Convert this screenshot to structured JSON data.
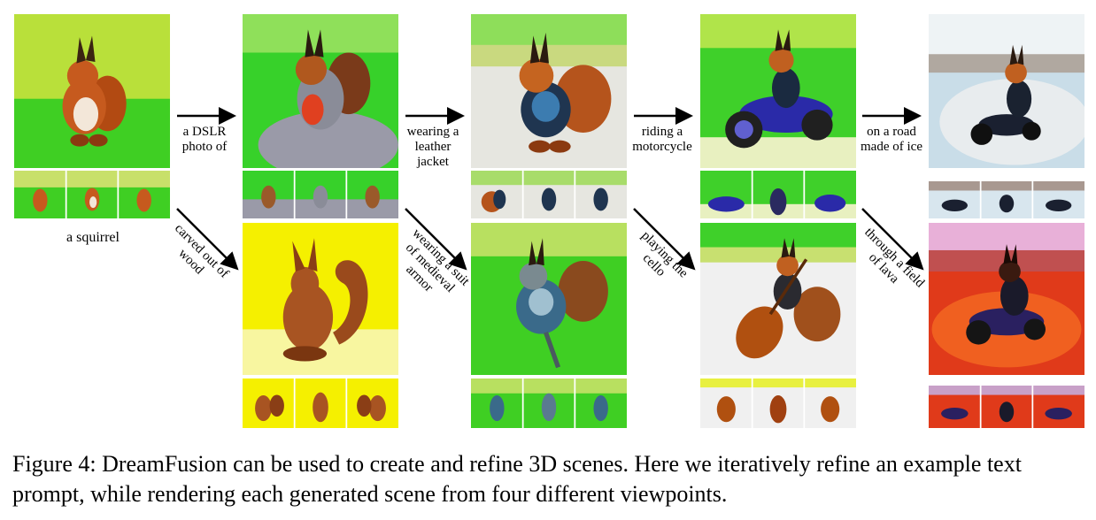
{
  "figure": {
    "caption": "Figure 4: DreamFusion can be used to create and refine 3D scenes. Here we iteratively refine an example text prompt, while rendering each generated scene from four different viewpoints.",
    "base_label": "a squirrel",
    "top_prompts": [
      "a DSLR photo of",
      "wearing a leather jacket",
      "riding a motorcycle",
      "on a road made of ice"
    ],
    "bottom_prompts": [
      "carved out of wood",
      "wearing a suit of medieval armor",
      "playing the cello",
      "through a field of lava"
    ]
  }
}
